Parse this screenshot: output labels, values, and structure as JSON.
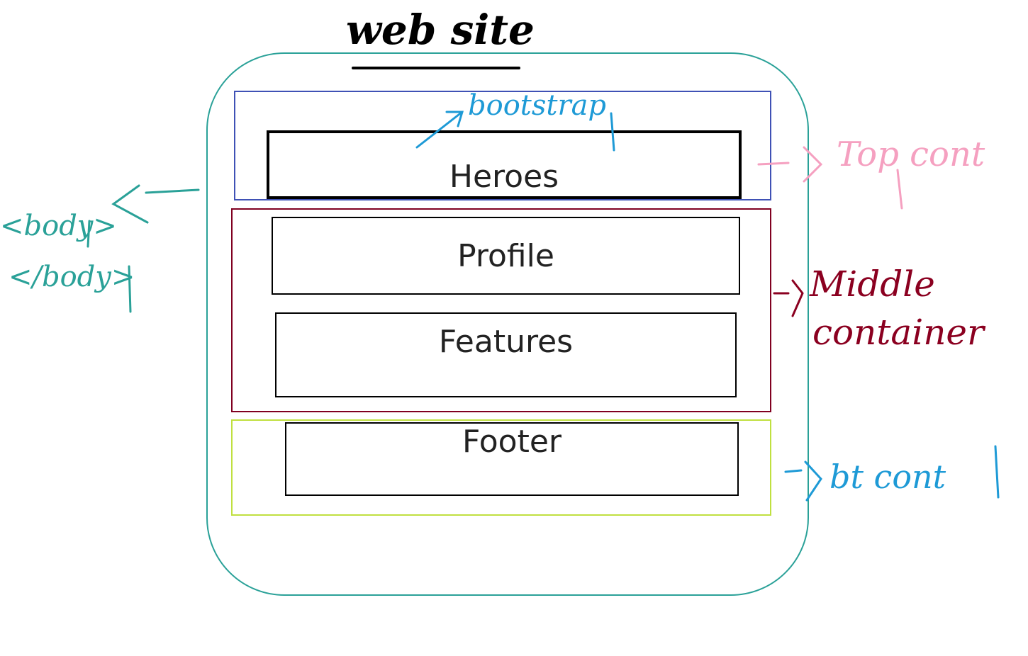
{
  "diagram": {
    "title": "web site",
    "sections": {
      "heroes": "Heroes",
      "profile": "Profile",
      "features": "Features",
      "footer": "Footer"
    },
    "annotations": {
      "bootstrap": "bootstrap",
      "top_cont": "Top cont",
      "middle": "Middle",
      "container": "container",
      "bt_cont": "bt cont",
      "body_open": "<body>",
      "body_close": "</body>"
    },
    "colors": {
      "body_outline": "#2aa198",
      "top_container": "#3f51b5",
      "middle_container": "#800020",
      "bottom_container": "#c0e040",
      "bootstrap_note": "#1e9ad6",
      "top_cont_note": "#f5a0c0",
      "middle_note": "#8b0020",
      "bt_cont_note": "#1e9ad6"
    }
  }
}
